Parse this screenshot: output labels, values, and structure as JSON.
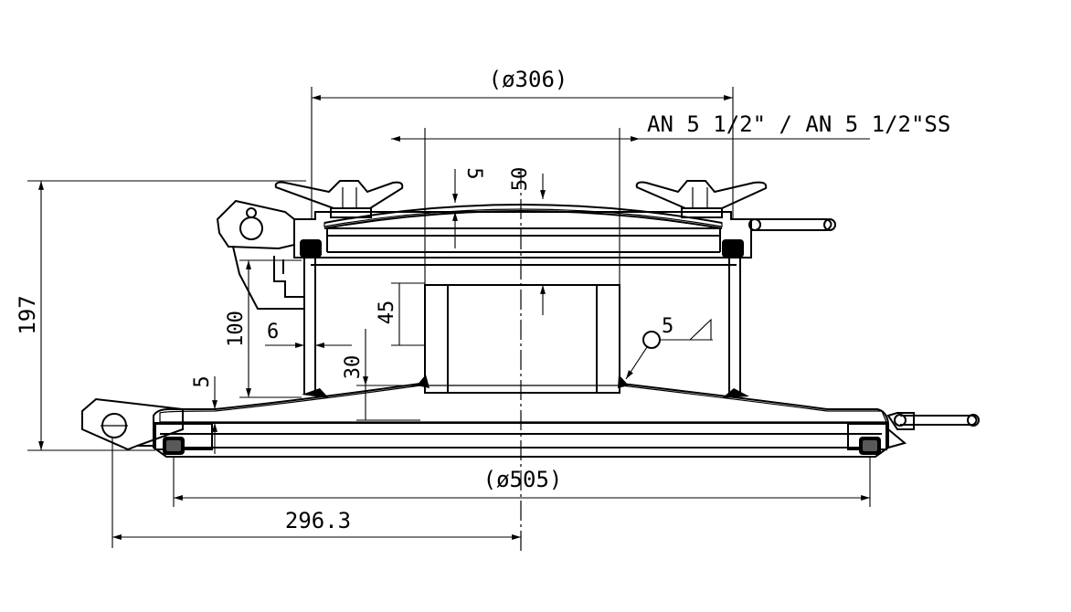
{
  "dimensions": {
    "top_diameter": "(ø306)",
    "bottom_diameter": "(ø505)",
    "connection": "AN 5 1/2\" / AN 5 1/2\"SS",
    "overall_height": "197",
    "neck_height": "100",
    "collar_height": "45",
    "collar_offset": "30",
    "lid_thickness": "5",
    "lid_dome": "50",
    "base_thickness": "5",
    "wall_thickness": "6",
    "weld_size": "5",
    "hinge_offset": "296.3"
  }
}
